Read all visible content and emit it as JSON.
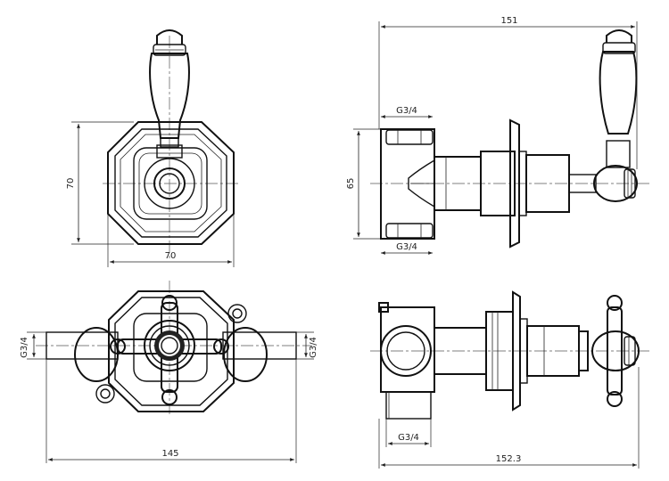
{
  "dimensions": {
    "front_height": "70",
    "front_width": "70",
    "side_length": "151",
    "side_height": "65",
    "side_inlet_top": "G3/4",
    "side_inlet_bottom": "G3/4",
    "back_inlet_left": "G3/4",
    "back_inlet_right": "G3/4",
    "back_width": "145",
    "bottom_side_outlet": "G3/4",
    "bottom_side_length": "152.3"
  }
}
